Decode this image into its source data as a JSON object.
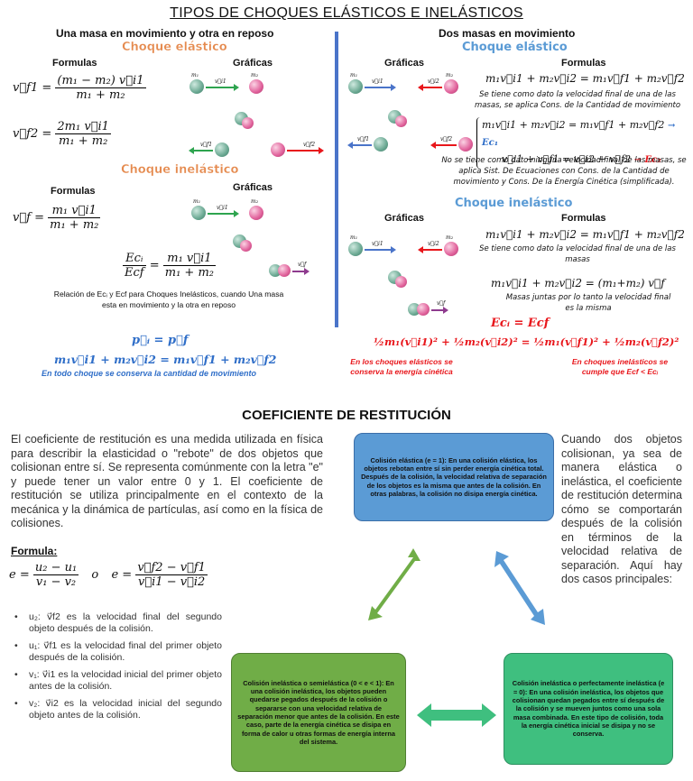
{
  "title": "TIPOS DE CHOQUES ELÁSTICOS E INELÁSTICOS",
  "left": {
    "heading": "Una masa en movimiento y otra en reposo",
    "elastic": {
      "subtitle": "Choque elástico",
      "formulas_label": "Formulas",
      "graphs_label": "Gráficas",
      "vf1_lhs": "v⃗f1 =",
      "vf1_num": "(m₁ − m₂) v⃗i1",
      "vf1_den": "m₁ + m₂",
      "vf2_lhs": "v⃗f2 =",
      "vf2_num": "2m₁ v⃗i1",
      "vf2_den": "m₁ + m₂",
      "ball_m1": "m₁",
      "ball_m2": "m₂",
      "vi1": "v⃗i1",
      "vf1": "v⃗f1",
      "vf2": "v⃗f2"
    },
    "inelastic": {
      "subtitle": "Choque inelástico",
      "formulas_label": "Formulas",
      "graphs_label": "Gráficas",
      "vf_lhs": "v⃗f =",
      "vf_num": "m₁ v⃗i1",
      "vf_den": "m₁ + m₂",
      "ec_num": "Ecᵢ",
      "ec_den": "Ecf",
      "ec_rnum": "m₁ v⃗i1",
      "ec_rden": "m₁ + m₂",
      "relation_note": "Relación de Ecᵢ y Ecf para Choques Inelásticos, cuando Una masa esta en movimiento y la otra en reposo",
      "ball_m1": "m₁",
      "ball_m2": "m₂",
      "vi1": "v⃗i1",
      "vf": "v⃗f"
    },
    "momentum_line1": "p⃗ᵢ = p⃗f",
    "momentum_line2": "m₁v⃗i1 + m₂v⃗i2 = m₁v⃗f1 + m₂v⃗f2",
    "momentum_note": "En todo choque se conserva la cantidad de movimiento"
  },
  "right": {
    "heading": "Dos masas en movimiento",
    "elastic": {
      "subtitle": "Choque elástico",
      "graphs_label": "Gráficas",
      "formulas_label": "Formulas",
      "eq1": "m₁v⃗i1 + m₂v⃗i2 = m₁v⃗f1 + m₂v⃗f2",
      "note1": "Se tiene como dato la velocidad final de una de las masas, se aplica Cons. de la Cantidad de movimiento",
      "sys1": "m₁v⃗i1 + m₂v⃗i2 = m₁v⃗f1 + m₂v⃗f2",
      "sys1_tag": "→ Ec₁",
      "sys2": "v⃗i1 + v⃗f1 = v⃗i2 + v⃗f2",
      "sys2_tag": "→ Ec₂",
      "note2": "No se tiene como dato ninguna velocidad final de las masas, se aplica Sist. De Ecuaciones con Cons. de la Cantidad de movimiento y Cons. De la Energía Cinética (simplificada).",
      "ball_m1": "m₁",
      "ball_m2": "m₂",
      "vi1": "v⃗i1",
      "vi2": "v⃗i2",
      "vf1": "v⃗f1",
      "vf2": "v⃗f2"
    },
    "inelastic": {
      "subtitle": "Choque inelástico",
      "graphs_label": "Gráficas",
      "formulas_label": "Formulas",
      "eq1": "m₁v⃗i1 + m₂v⃗i2 = m₁v⃗f1 + m₂v⃗f2",
      "note1": "Se tiene como dato la velocidad final de una de las masas",
      "eq2": "m₁v⃗i1 + m₂v⃗i2 = (m₁+m₂) v⃗f",
      "note2": "Masas juntas por lo tanto la velocidad final es la misma",
      "ball_m1": "m₁",
      "ball_m2": "m₂",
      "vi1": "v⃗i1",
      "vi2": "v⃗i2",
      "vf": "v⃗f"
    },
    "energy_eq1": "Ecᵢ = Ecf",
    "energy_eq2": "½m₁(v⃗i1)² + ½m₂(v⃗i2)² = ½m₁(v⃗f1)² + ½m₂(v⃗f2)²",
    "energy_note_left": "En los choques elásticos se conserva la energía cinética",
    "energy_note_right": "En choques inelásticos se cumple que Ecf < Ecᵢ"
  },
  "restitution": {
    "heading": "COEFICIENTE DE RESTITUCIÓN",
    "intro": "El coeficiente de restitución es una medida utilizada en física para describir la elasticidad o \"rebote\" de dos objetos que colisionan entre sí. Se representa comúnmente con la letra \"e\" y puede tener un valor entre 0 y 1. El coeficiente de restitución se utiliza principalmente en el contexto de la mecánica y la dinámica de partículas, así como en la física de colisiones.",
    "formula_label": "Formula:",
    "e1_lhs": "e =",
    "e1_num": "u₂ − u₁",
    "e1_den": "v₁ − v₂",
    "e_or": "o",
    "e2_lhs": "e =",
    "e2_num": "v⃗f2 − v⃗f1",
    "e2_den": "v⃗i1 − v⃗i2",
    "bullets": [
      "u₂: v⃗f2 es la velocidad final del segundo objeto después de la colisión.",
      "u₁: v⃗f1 es la velocidad final del primer objeto después de la colisión.",
      "v₁: v⃗i1 es la velocidad inicial del primer objeto antes de la colisión.",
      "v₂: v⃗i2 es la velocidad inicial del segundo objeto antes de la colisión."
    ],
    "right_text": "Cuando dos objetos colisionan, ya sea de manera elástica o inelástica, el coeficiente de restitución determina cómo se comportarán después de la colisión en términos de la velocidad relativa de separación. Aquí hay dos casos principales:",
    "box_top": "Colisión elástica (e = 1): En una colisión elástica, los objetos rebotan entre sí sin perder energía cinética total. Después de la colisión, la velocidad relativa de separación de los objetos es la misma que antes de la colisión. En otras palabras, la colisión no disipa energía cinética.",
    "box_left": "Colisión inelástica o semielástica (0 < e < 1): En una colisión inelástica, los objetos pueden quedarse pegados después de la colisión o separarse con una velocidad relativa de separación menor que antes de la colisión. En este caso, parte de la energía cinética se disipa en forma de calor u otras formas de energía interna del sistema.",
    "box_right": "Colisión inelástica o perfectamente inelástica (e = 0): En una colisión inelástica, los objetos que colisionan quedan pegados entre sí después de la colisión y se mueven juntos como una sola masa combinada. En este tipo de colisión, toda la energía cinética inicial se disipa y no se conserva.",
    "colors": {
      "box_top": "#5b9bd5",
      "box_left": "#70ad47",
      "box_right": "#3fbf7f"
    }
  }
}
